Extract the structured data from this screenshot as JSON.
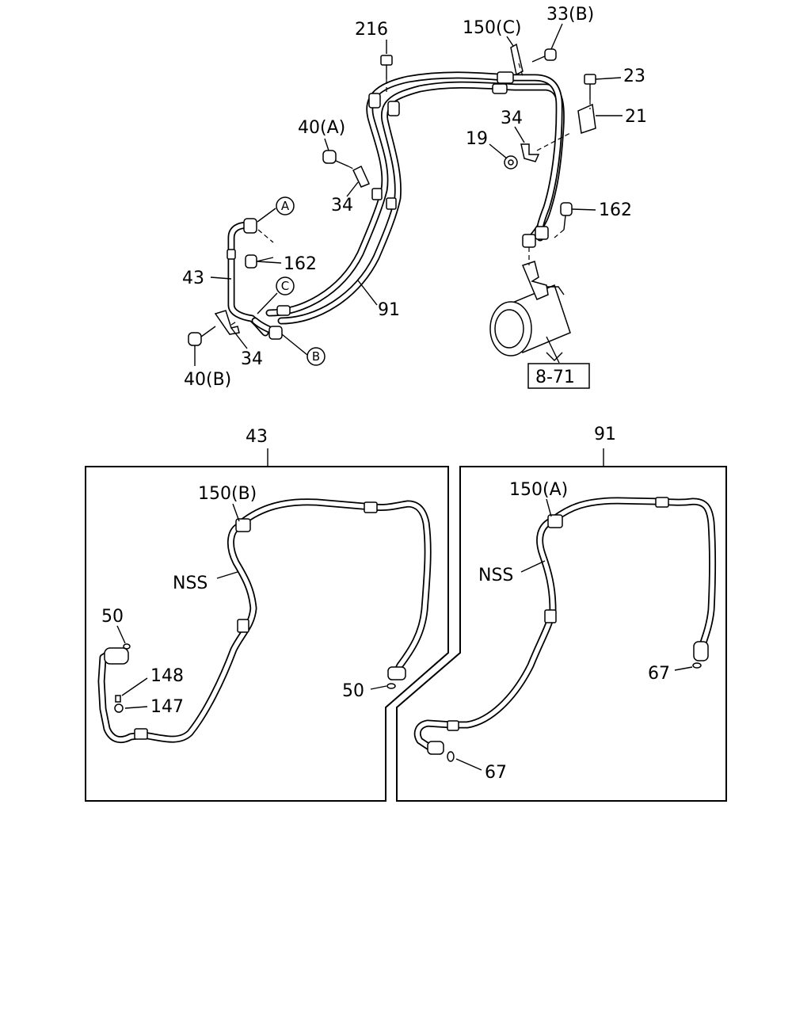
{
  "labels": {
    "p216": "216",
    "p150c": "150(C)",
    "p33b": "33(B)",
    "p23": "23",
    "p21": "21",
    "p34_top": "34",
    "p19": "19",
    "p40a": "40(A)",
    "p34_mid": "34",
    "circle_a": "A",
    "p162_left": "162",
    "p162_right": "162",
    "p43_top": "43",
    "circle_c": "C",
    "p91_top": "91",
    "p34_low": "34",
    "circle_b": "B",
    "p40b": "40(B)",
    "ref_871": "8-71"
  },
  "detail_43": {
    "header": "43",
    "p150b": "150(B)",
    "nss": "NSS",
    "p50_left": "50",
    "p148": "148",
    "p147": "147",
    "p50_right": "50"
  },
  "detail_91": {
    "header": "91",
    "p150a": "150(A)",
    "nss": "NSS",
    "p67_right": "67",
    "p67_low": "67"
  }
}
